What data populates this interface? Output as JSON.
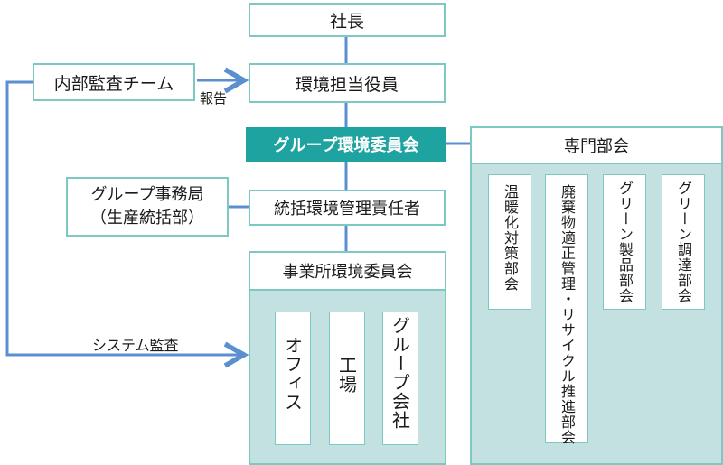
{
  "nodes": {
    "president": "社長",
    "env_officer": "環境担当役員",
    "internal_audit": "内部監査チーム",
    "group_committee": "グループ環境委員会",
    "group_office_line1": "グループ事務局",
    "group_office_line2": "（生産統括部）",
    "env_manager": "統括環境管理責任者",
    "site_committee": "事業所環境委員会",
    "expert_committee": "専門部会"
  },
  "site_units": [
    "オフィス",
    "工場",
    "グループ会社"
  ],
  "expert_units": [
    "温暖化対策部会",
    "廃棄物適正管理・リサイクル推進部会",
    "グリーン製品部会",
    "グリーン調達部会"
  ],
  "edge_labels": {
    "report": "報告",
    "system_audit": "システム監査"
  },
  "colors": {
    "teal_border": "#7ec8c4",
    "highlight": "#1fa3a1",
    "panel_fill": "#c3e1e1",
    "arrow_blue": "#5b8fd0"
  }
}
